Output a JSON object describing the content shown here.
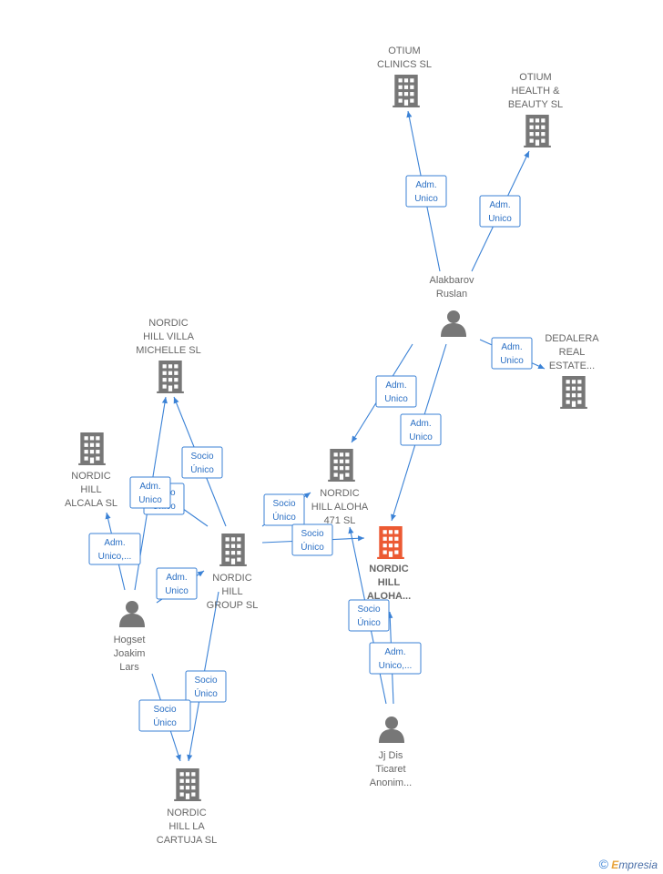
{
  "colors": {
    "company": "#777777",
    "main_company": "#ec5a33",
    "person": "#777777",
    "edge": "#3b82d6",
    "label": "#666666"
  },
  "nodes": [
    {
      "id": "otium_clinics",
      "kind": "company",
      "lines": [
        "OTIUM",
        "CLINICS  SL"
      ]
    },
    {
      "id": "otium_health",
      "kind": "company",
      "lines": [
        "OTIUM",
        "HEALTH &",
        "BEAUTY  SL"
      ]
    },
    {
      "id": "alakbarov",
      "kind": "person",
      "lines": [
        "Alakbarov",
        "Ruslan"
      ]
    },
    {
      "id": "dedalera",
      "kind": "company",
      "lines": [
        "DEDALERA",
        "REAL",
        "ESTATE..."
      ]
    },
    {
      "id": "villa_michelle",
      "kind": "company",
      "lines": [
        "NORDIC",
        "HILL VILLA",
        "MICHELLE  SL"
      ]
    },
    {
      "id": "alcala",
      "kind": "company",
      "lines": [
        "NORDIC",
        "HILL",
        "ALCALA  SL"
      ]
    },
    {
      "id": "aloha471",
      "kind": "company",
      "lines": [
        "NORDIC",
        "HILL ALOHA",
        "471  SL"
      ]
    },
    {
      "id": "aloha_main",
      "kind": "company-main",
      "lines": [
        "NORDIC",
        "HILL",
        "ALOHA..."
      ]
    },
    {
      "id": "group",
      "kind": "company",
      "lines": [
        "NORDIC",
        "HILL",
        "GROUP  SL"
      ]
    },
    {
      "id": "hogset",
      "kind": "person",
      "lines": [
        "Hogset",
        "Joakim",
        "Lars"
      ]
    },
    {
      "id": "jjdis",
      "kind": "person",
      "lines": [
        "Jj Dis",
        "Ticaret",
        "Anonim..."
      ]
    },
    {
      "id": "cartuja",
      "kind": "company",
      "lines": [
        "NORDIC",
        "HILL LA",
        "CARTUJA  SL"
      ]
    }
  ],
  "relations": [
    {
      "id": "r1",
      "lines": [
        "Adm.",
        "Unico"
      ]
    },
    {
      "id": "r2",
      "lines": [
        "Adm.",
        "Unico"
      ]
    },
    {
      "id": "r3",
      "lines": [
        "Adm.",
        "Unico"
      ]
    },
    {
      "id": "r4",
      "lines": [
        "Adm.",
        "Unico"
      ]
    },
    {
      "id": "r5",
      "lines": [
        "Adm.",
        "Unico"
      ]
    },
    {
      "id": "r6",
      "lines": [
        "Socio",
        "Único"
      ]
    },
    {
      "id": "r7",
      "lines": [
        "Socio",
        "Único"
      ]
    },
    {
      "id": "r8",
      "lines": [
        "Adm.",
        "Unico"
      ]
    },
    {
      "id": "r9",
      "lines": [
        "Adm.",
        "Unico,..."
      ]
    },
    {
      "id": "r10",
      "lines": [
        "Socio",
        "Único"
      ]
    },
    {
      "id": "r11",
      "lines": [
        "Socio",
        "Único"
      ]
    },
    {
      "id": "r12",
      "lines": [
        "Adm.",
        "Unico"
      ]
    },
    {
      "id": "r13",
      "lines": [
        "Socio",
        "Único"
      ]
    },
    {
      "id": "r14",
      "lines": [
        "Socio",
        "Único"
      ]
    },
    {
      "id": "r15",
      "lines": [
        "Socio",
        "Único"
      ]
    },
    {
      "id": "r16",
      "lines": [
        "Adm.",
        "Unico,..."
      ]
    }
  ],
  "watermark": {
    "copyright": "©",
    "brand_initial": "E",
    "brand_rest": "mpresia"
  }
}
